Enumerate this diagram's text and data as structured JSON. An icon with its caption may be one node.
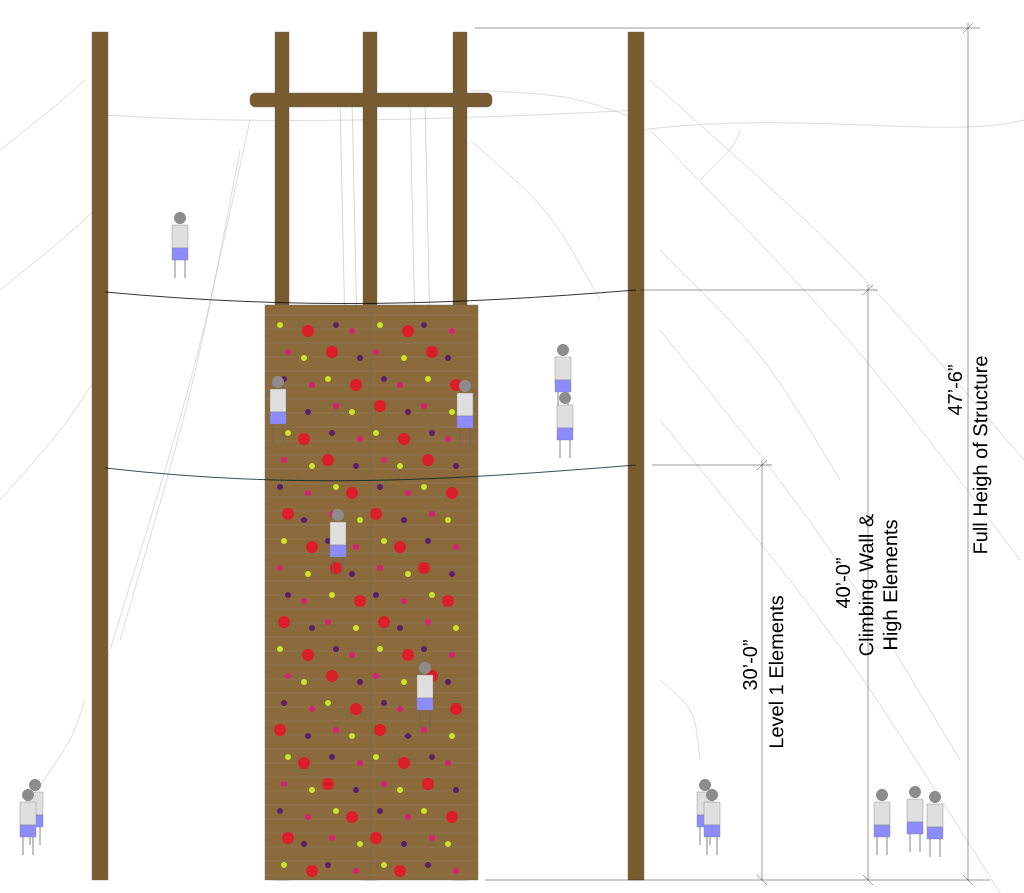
{
  "diagram": {
    "labels": [
      "47’-6”",
      "Full Heigh of Structure",
      "40’-0”",
      "Climbing Wall & High Elements",
      "30’-0”",
      "Level 1 Elements"
    ]
  }
}
